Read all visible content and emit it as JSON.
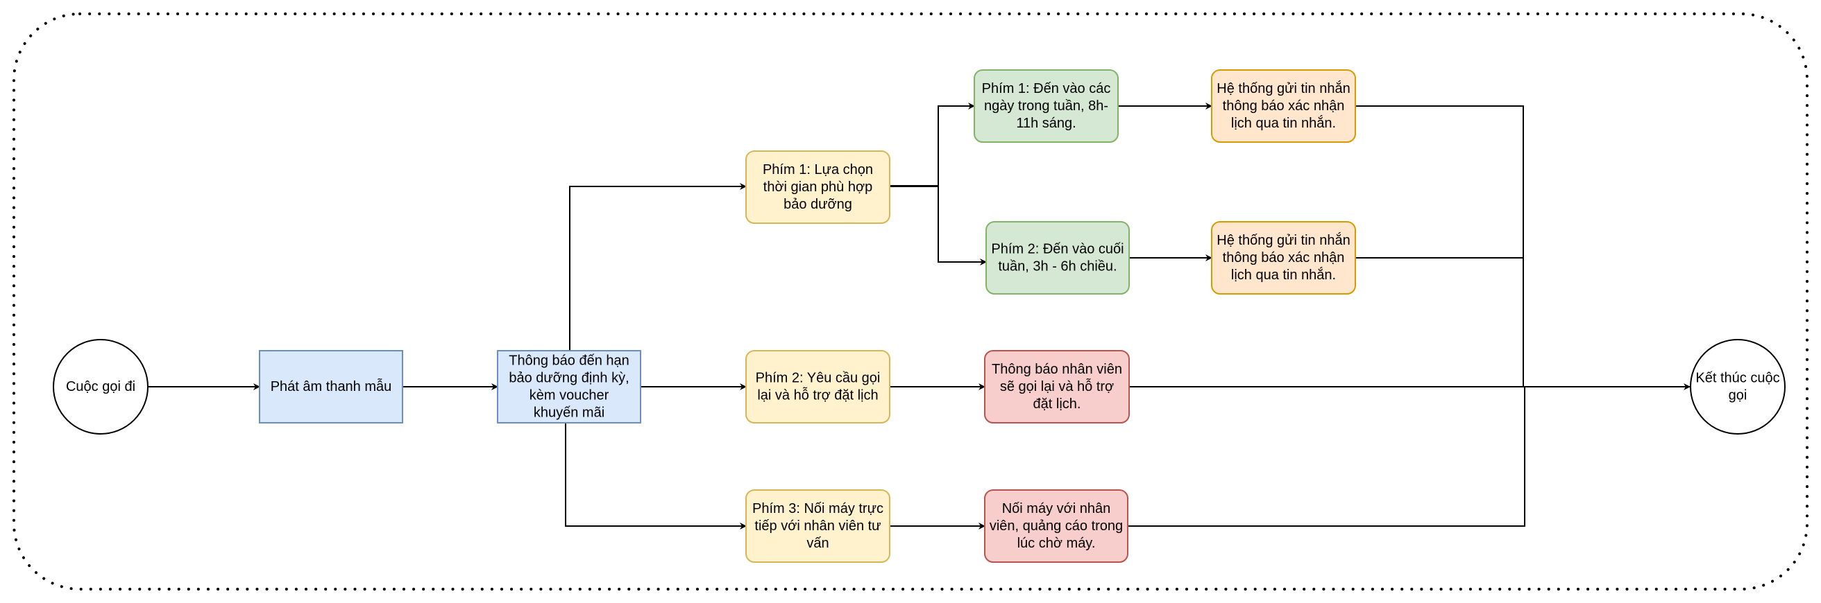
{
  "colors": {
    "blue_fill": "#dae8fc",
    "blue_stroke": "#6c8ebf",
    "yellow_fill": "#fff2cc",
    "yellow_stroke": "#d6b656",
    "green_fill": "#d5e8d4",
    "green_stroke": "#82b366",
    "orange_fill": "#ffe6cc",
    "orange_stroke": "#d79b00",
    "red_fill": "#f8cecc",
    "red_stroke": "#b85450",
    "line": "#000000"
  },
  "nodes": {
    "start": [
      "Cuộc gọi đi"
    ],
    "play_sample": [
      "Phát âm thanh mẫu"
    ],
    "notify": [
      "Thông báo đến hạn",
      "bảo dưỡng định kỳ,",
      "kèm voucher",
      "khuyến mãi"
    ],
    "key1": [
      "Phím 1: Lựa chọn",
      "thời gian phù hợp",
      "bảo dưỡng"
    ],
    "key2": [
      "Phím 2: Yêu cầu gọi",
      "lại và hỗ trợ đặt lịch"
    ],
    "key3": [
      "Phím 3: Nối máy trực",
      "tiếp với nhân viên tư",
      "vấn"
    ],
    "key1_1": [
      "Phím 1: Đến vào các",
      "ngày trong tuần, 8h-",
      "11h sáng."
    ],
    "key1_2": [
      "Phím 2: Đến vào cuối",
      "tuần, 3h - 6h chiều."
    ],
    "sms1": [
      "Hệ thống gửi tin nhắn",
      "thông báo xác nhận",
      "lịch qua tin nhắn."
    ],
    "sms2": [
      "Hệ thống gửi tin nhắn",
      "thông báo xác nhận",
      "lịch qua tin nhắn."
    ],
    "callback": [
      "Thông báo nhân viên",
      "sẽ gọi lại và hỗ trợ",
      "đặt lịch."
    ],
    "transfer": [
      "Nối máy với nhân",
      "viên, quảng cáo trong",
      "lúc chờ máy."
    ],
    "end": [
      "Kết thúc cuộc",
      "gọi"
    ]
  }
}
